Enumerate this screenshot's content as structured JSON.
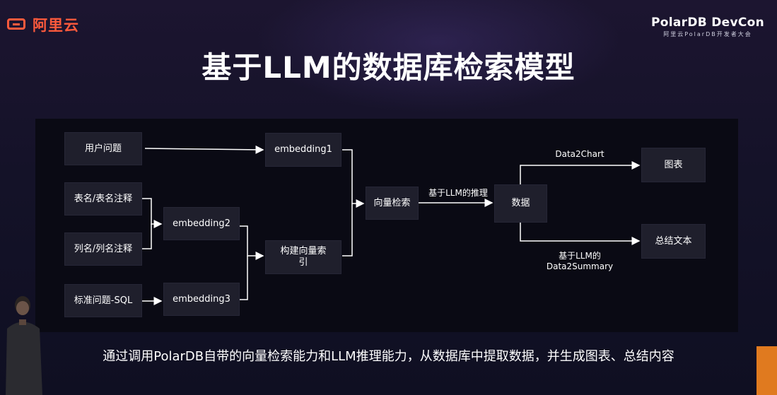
{
  "brand": {
    "logo_text": "阿里云"
  },
  "event": {
    "title": "PolarDB DevCon",
    "subtitle": "阿里云PolarDB开发者大会"
  },
  "slide": {
    "title": "基于LLM的数据库检索模型",
    "caption": "通过调用PolarDB自带的向量检索能力和LLM推理能力，从数据库中提取数据，并生成图表、总结内容"
  },
  "diagram": {
    "nodes": {
      "user_question": "用户问题",
      "table_name": "表名/表名注释",
      "column_name": "列名/列名注释",
      "std_question": "标准问题-SQL",
      "embedding1": "embedding1",
      "embedding2": "embedding2",
      "embedding3": "embedding3",
      "build_index": "构建向量索引",
      "vector_search": "向量检索",
      "data": "数据",
      "chart": "图表",
      "summary_text": "总结文本"
    },
    "edge_labels": {
      "llm_reasoning": "基于LLM的推理",
      "data2chart": "Data2Chart",
      "data2summary_1": "基于LLM的",
      "data2summary_2": "Data2Summary"
    }
  },
  "colors": {
    "accent": "#ff5a3c",
    "node_bg": "#1f1f2c",
    "panel_bg": "#0a0a14",
    "background": "#141228"
  }
}
